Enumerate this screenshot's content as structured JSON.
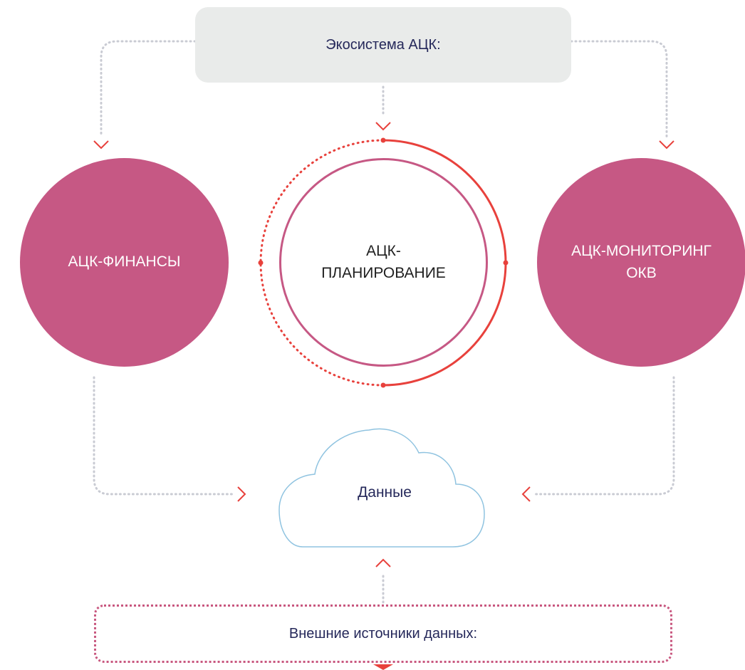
{
  "ecosystem": {
    "title": "Экосистема АЦК:"
  },
  "nodes": {
    "finance": {
      "label": "АЦК-ФИНАНСЫ"
    },
    "planning": {
      "line1": "АЦК-",
      "line2": "ПЛАНИРОВАНИЕ"
    },
    "monitoring": {
      "line1": "АЦК-МОНИТОРИНГ",
      "line2": "ОКВ"
    }
  },
  "data_store": {
    "label": "Данные"
  },
  "external": {
    "label": "Внешние источники данных:"
  },
  "colors": {
    "magenta": "#c65884",
    "red_accent": "#e8413c",
    "connector_gray": "#c9cbd3",
    "cloud_outline": "#8fc3e0",
    "text_navy": "#25285a",
    "box_gray": "#e9ebea"
  }
}
